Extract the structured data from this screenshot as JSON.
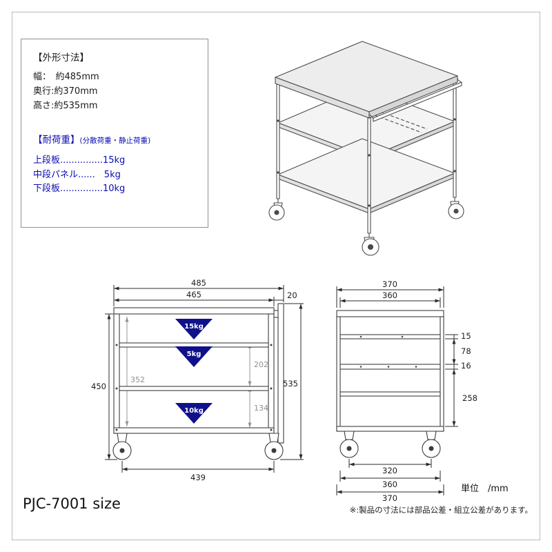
{
  "page": {
    "bg": "#ffffff",
    "border_color": "#b9b9b9"
  },
  "spec_box": {
    "dim_section_title": "【外形寸法】",
    "dim_lines": [
      "幅：　約485mm",
      "奥行:約370mm",
      "高さ:約535mm"
    ],
    "load_section_title": "【耐荷重】",
    "load_section_subtitle": "(分散荷重・静止荷重)",
    "load_lines": [
      "上段板...............15kg",
      "中段パネル......　5kg",
      "下段板...............10kg"
    ],
    "accent_color": "#0a0ab2"
  },
  "front_view": {
    "dim_width_total": "485",
    "dim_width_top_board": "465",
    "dim_handle_gap": "20",
    "dim_height_frame": "450",
    "dim_height_inner": "352",
    "dim_shelf_gap_upper": "202",
    "dim_shelf_gap_lower": "134",
    "dim_height_total": "535",
    "dim_caster_span": "439",
    "load_top_board": "15kg",
    "load_middle_panel": "5kg",
    "load_bottom_board": "10kg",
    "triangle_color": "#10108a"
  },
  "side_view": {
    "dim_depth_total_top": "370",
    "dim_depth_inner_top": "360",
    "dim_rail_thickness_upper": "15",
    "dim_rail_spacing": "78",
    "dim_rail_thickness_lower": "16",
    "dim_lower_clearance": "258",
    "dim_caster_span": "320",
    "dim_depth_inner_bottom": "360",
    "dim_depth_total_bottom": "370"
  },
  "footer": {
    "model": "PJC-7001 size",
    "unit_label": "単位　/mm",
    "note": "※:製品の寸法には部品公差・組立公差があります。"
  }
}
